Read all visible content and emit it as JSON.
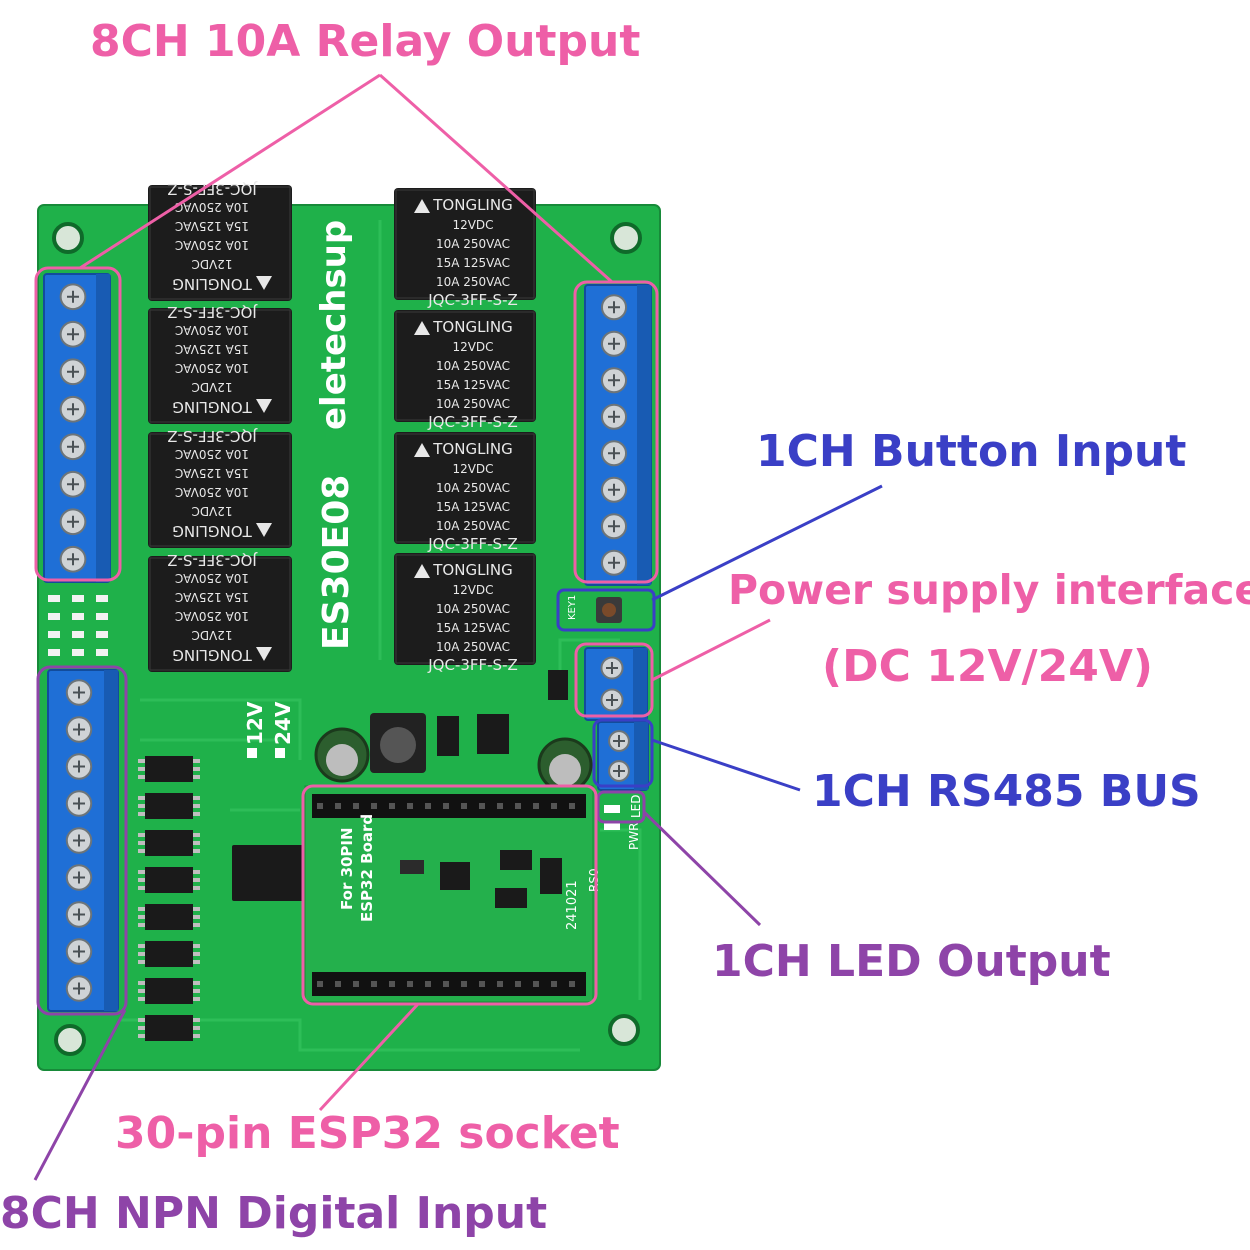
{
  "callouts": {
    "relay_output": "8CH 10A Relay Output",
    "button_input": "1CH Button Input",
    "power_supply_line1": "Power supply interface",
    "power_supply_line2": "(DC 12V/24V)",
    "rs485": "1CH RS485 BUS",
    "led_output": "1CH LED Output",
    "esp32_socket": "30-pin ESP32 socket",
    "npn_input": "8CH NPN Digital Input"
  },
  "board": {
    "brand": "eletechsup",
    "model": "ES30E08",
    "voltage_12": "12V",
    "voltage_24": "24V",
    "esp_label_1": "For 30PIN",
    "esp_label_2": "ESP32 Board",
    "esp_date": "241021",
    "key_label": "KEY1",
    "pwr_label": "PWR",
    "led_label": "LED",
    "rs_label": "RS0"
  },
  "relay_text": {
    "brand": "TONGLING",
    "line1": "12VDC",
    "line2": "10A 250VAC",
    "line3": "15A 125VAC",
    "line4": "10A 250VAC",
    "part": "JQC-3FF-S-Z"
  },
  "colors": {
    "pink": "#ee5fa7",
    "blue": "#3a3fc6",
    "purple": "#8e44a8",
    "pcb_green": "#1fb14a",
    "terminal_blue": "#1f6fd6",
    "relay_black": "#1c1c1c"
  }
}
